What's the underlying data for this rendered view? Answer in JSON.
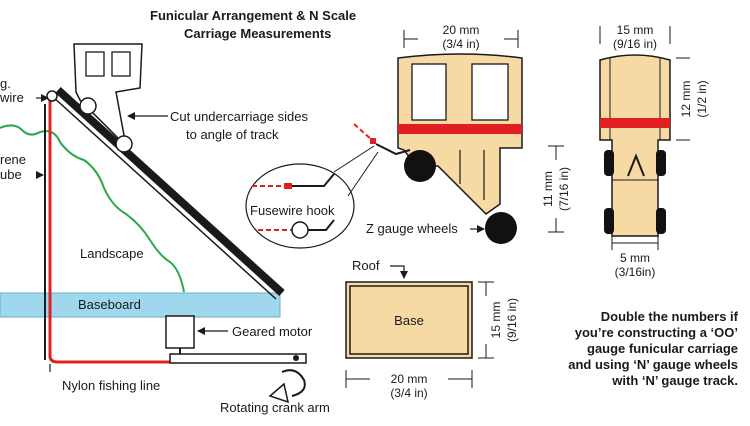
{
  "title": {
    "line1": "Funicular Arrangement & N Scale",
    "line2": "Carriage Measurements"
  },
  "labels": {
    "wire_top": "g.",
    "wire": "wire",
    "tube_top": "rene",
    "tube": "ube",
    "cut_line1": "Cut undercarriage sides",
    "cut_line2": "to angle of track",
    "landscape": "Landscape",
    "baseboard": "Baseboard",
    "motor": "Geared motor",
    "fishing_line": "Nylon fishing line",
    "crank": "Rotating crank arm",
    "fusewire": "Fusewire hook",
    "zwheels": "Z gauge wheels",
    "roof": "Roof",
    "base": "Base"
  },
  "dimensions": {
    "side_width": "20 mm",
    "side_width_in": "(3/4 in)",
    "front_width": "15 mm",
    "front_width_in": "(9/16 in)",
    "front_height": "12 mm",
    "front_height_in": "(1/2 in)",
    "side_height": "11 mm",
    "side_height_in": "(7/16 in)",
    "wheel_gauge": "5 mm",
    "wheel_gauge_in": "(3/16in)",
    "base_depth": "15 mm",
    "base_depth_in": "(9/16 in)",
    "base_width": "20 mm",
    "base_width_in": "(3/4 in)"
  },
  "note": {
    "line1": "Double the numbers if",
    "line2": "you’re constructing a ‘OO’",
    "line3": "gauge funicular carriage",
    "line4": "and using ‘N’ gauge wheels",
    "line5": "with ‘N’ gauge track."
  },
  "colors": {
    "wood": "#f7d9a3",
    "baseboard": "#9fd8ec",
    "red": "#e02020",
    "green": "#2aa84a",
    "ink": "#1a1a1a"
  }
}
